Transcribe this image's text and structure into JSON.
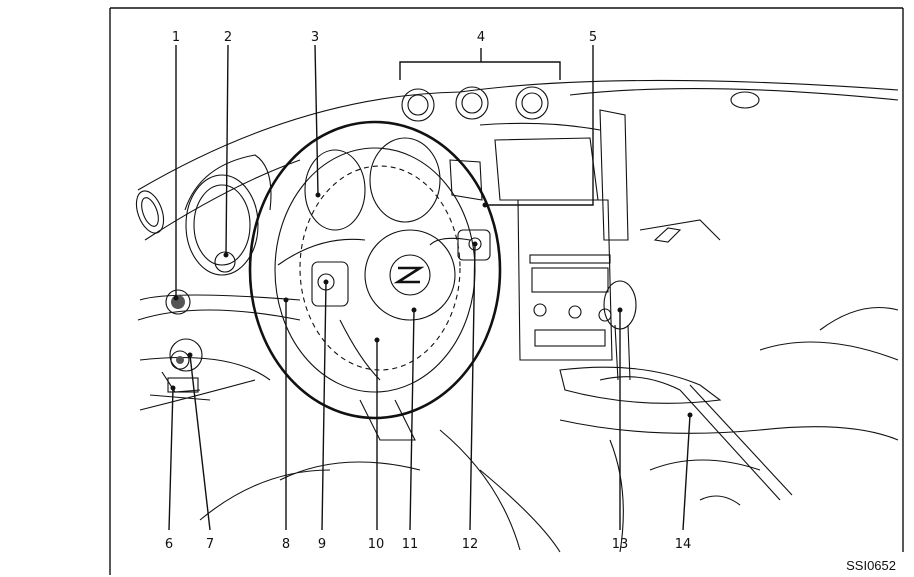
{
  "figure": {
    "code": "SSI0652"
  },
  "callouts": [
    {
      "id": "1",
      "label": "1"
    },
    {
      "id": "2",
      "label": "2"
    },
    {
      "id": "3",
      "label": "3"
    },
    {
      "id": "4",
      "label": "4"
    },
    {
      "id": "5",
      "label": "5"
    },
    {
      "id": "6",
      "label": "6"
    },
    {
      "id": "7",
      "label": "7"
    },
    {
      "id": "8",
      "label": "8"
    },
    {
      "id": "9",
      "label": "9"
    },
    {
      "id": "10",
      "label": "10"
    },
    {
      "id": "11",
      "label": "11"
    },
    {
      "id": "12",
      "label": "12"
    },
    {
      "id": "13",
      "label": "13"
    },
    {
      "id": "14",
      "label": "14"
    }
  ],
  "colors": {
    "line": "#111111",
    "fill_dark": "#555555",
    "background": "#ffffff"
  }
}
